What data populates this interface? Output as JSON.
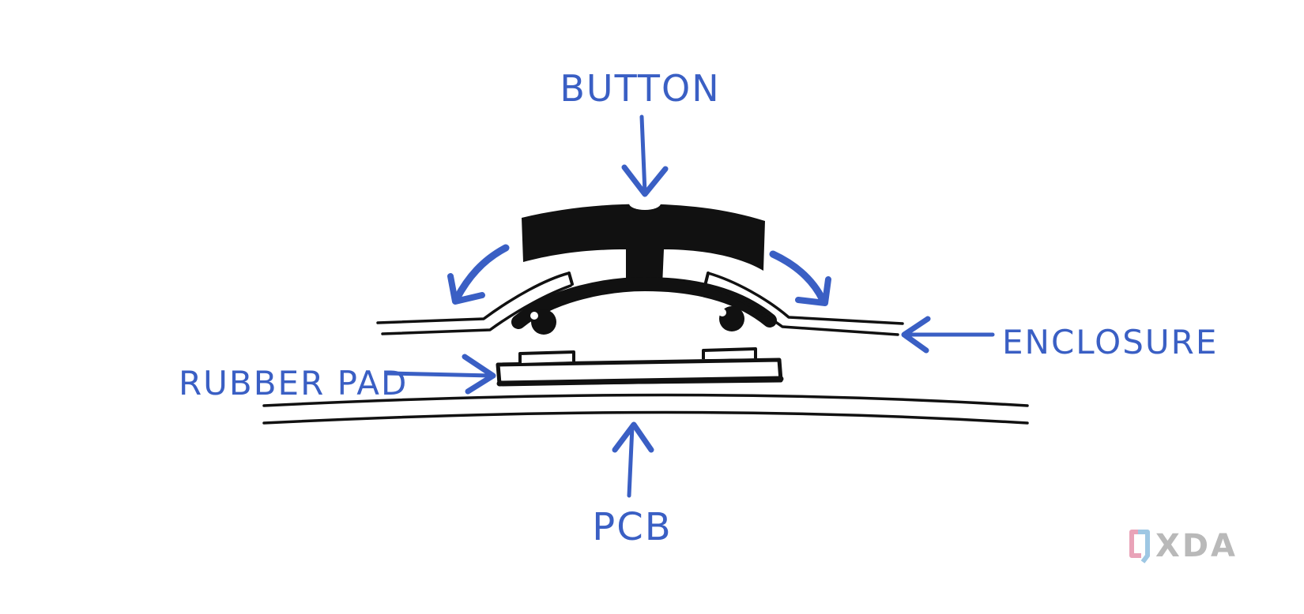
{
  "diagram": {
    "labels": {
      "button": "BUTTON",
      "enclosure": "ENCLOSURE",
      "rubber_pad": "RUBBER PAD",
      "pcb": "PCB"
    },
    "colors": {
      "annotation": "#3a5fc4",
      "ink": "#111111",
      "background": "#ffffff"
    }
  },
  "watermark": {
    "text": "XDA",
    "colors": {
      "bracket_pink": "#e9a3b8",
      "bracket_blue": "#9ec7e3",
      "text": "#b9b9b9"
    }
  }
}
